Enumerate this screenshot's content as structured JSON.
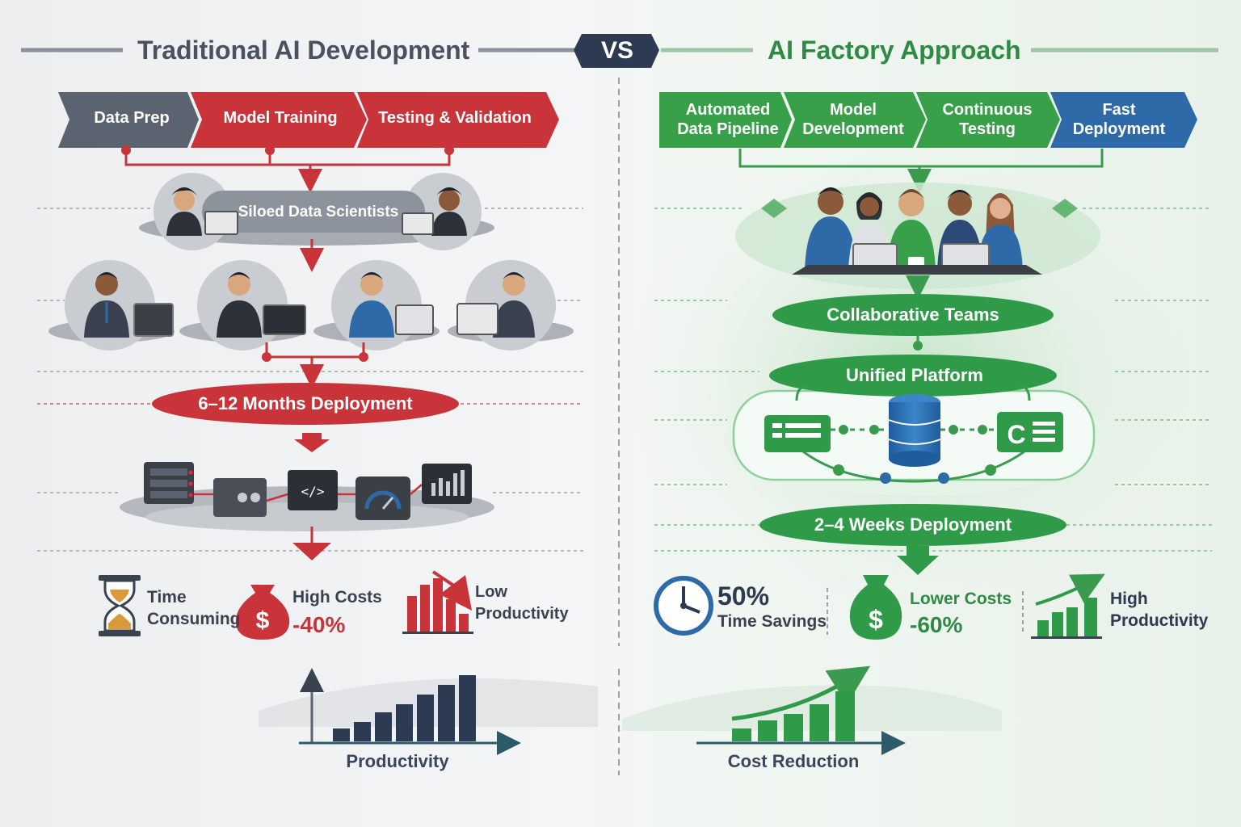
{
  "header": {
    "left_title": "Traditional AI Development",
    "vs": "VS",
    "right_title": "AI Factory Approach"
  },
  "traditional": {
    "steps": [
      "Data Prep",
      "Model Training",
      "Testing & Validation"
    ],
    "team_label": "Siloed Data Scientists",
    "timeline": "6–12 Months Deployment",
    "metrics": {
      "time": "Time Consuming",
      "cost_label": "High Costs",
      "cost_value": "-40%",
      "productivity": "Low Productivity"
    }
  },
  "factory": {
    "steps": [
      "Automated Data Pipeline",
      "Model Development",
      "Continuous Testing",
      "Fast Deployment"
    ],
    "team_label": "Collaborative Teams",
    "platform_label": "Unified Platform",
    "timeline": "2–4 Weeks Deployment",
    "metrics": {
      "time_value": "50%",
      "time_label": "Time Savings",
      "cost_label": "Lower Costs",
      "cost_value": "-60%",
      "productivity": "High Productivity"
    }
  },
  "bottom": {
    "left_caption": "Productivity",
    "right_caption": "Cost Reduction"
  },
  "colors": {
    "red": "#c8343a",
    "green": "#2f9a48",
    "blue": "#2e6aa8",
    "gray": "#5c6370",
    "navy": "#2c3a52"
  }
}
